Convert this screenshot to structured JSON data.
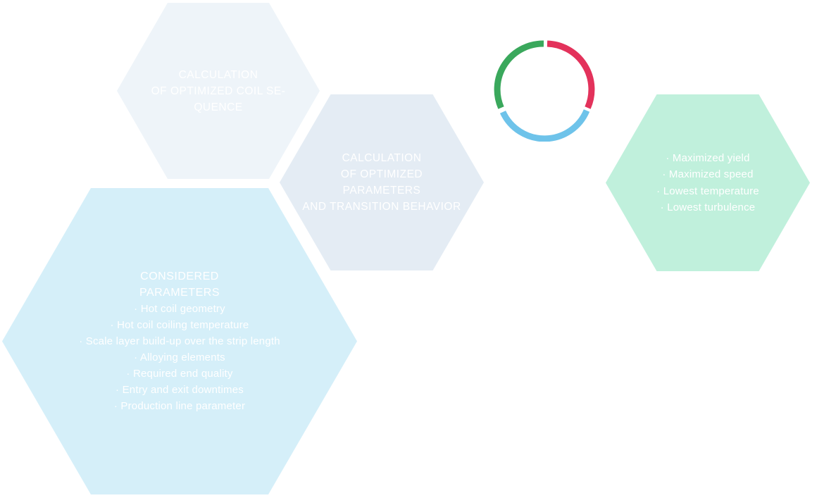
{
  "hex_coil_sequence": {
    "title_lines": [
      "CALCULATION",
      "OF OPTIMIZED COIL SE-",
      "QUENCE"
    ],
    "color": "#eef4f9"
  },
  "hex_optimized_parameters": {
    "title_lines": [
      "CALCULATION",
      "OF OPTIMIZED",
      "PARAMETERS",
      "AND TRANSITION BEHAVIOR"
    ],
    "color": "#e4ecf4"
  },
  "hex_considered_parameters": {
    "title_lines": [
      "CONSIDERED",
      "PARAMETERS"
    ],
    "items": [
      "· Hot coil geometry",
      "· Hot coil coiling temperature",
      "· Scale layer build-up over the strip length",
      "· Alloying elements",
      "· Required end quality",
      "· Entry and exit downtimes",
      "· Production line parameter"
    ],
    "color": "#d5eff9"
  },
  "hex_results": {
    "items": [
      "· Maximized yield",
      "· Maximized speed",
      "· Lowest temperature",
      "· Lowest turbulence"
    ],
    "color": "#c0f0dc"
  },
  "cycle_ring": {
    "segments": [
      {
        "color": "#e3325b"
      },
      {
        "color": "#6ec3ea"
      },
      {
        "color": "#3aa85c"
      }
    ]
  }
}
